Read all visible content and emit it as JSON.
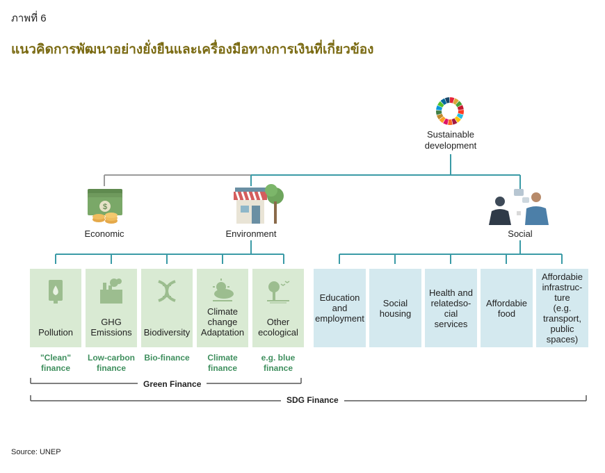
{
  "figure_label": "ภาพที่ 6",
  "title": "แนวคิดการพัฒนาอย่างยั่งยืนและเครื่องมือทางการเงินที่เกี่ยวข้อง",
  "root": {
    "label_line1": "Sustainable",
    "label_line2": "development",
    "icon": "sdg-wheel-icon"
  },
  "branches": {
    "economic": {
      "label": "Economic",
      "icon": "money-icon"
    },
    "environment": {
      "label": "Environment",
      "icon": "shop-tree-icon"
    },
    "social": {
      "label": "Social",
      "icon": "people-talking-icon"
    }
  },
  "green_boxes": [
    {
      "label": "Pollution",
      "icon": "water-drop-icon",
      "finance": "\"Clean\"\nfinance"
    },
    {
      "label": "GHG\nEmissions",
      "icon": "factory-icon",
      "finance": "Low-carbon\nfinance"
    },
    {
      "label": "Biodiversity",
      "icon": "dna-icon",
      "finance": "Bio-finance"
    },
    {
      "label": "Climate\nchange\nAdaptation",
      "icon": "sun-cloud-icon",
      "finance": "Climate\nfinance"
    },
    {
      "label": "Other\necological",
      "icon": "tree-birds-icon",
      "finance": "e.g. blue\nfinance"
    }
  ],
  "blue_boxes": [
    {
      "label": "Education\nand\nemployment"
    },
    {
      "label": "Social\nhousing"
    },
    {
      "label": "Health and\nrelatedso-\ncial\nservices"
    },
    {
      "label": "Affordabie\nfood"
    },
    {
      "label": "Affordabie\ninfrastruc-\nture\n(e.g.\ntransport,\npublic\nspaces)"
    }
  ],
  "groups": {
    "green_finance": "Green Finance",
    "sdg_finance": "SDG Finance"
  },
  "source": "Source: UNEP",
  "colors": {
    "title": "#7a6a12",
    "green_box": "#d9ead3",
    "blue_box": "#d4e9ef",
    "connector": "#3a9aa6",
    "gray_connector": "#9a9a9a",
    "finance_text": "#3f8f5e"
  }
}
